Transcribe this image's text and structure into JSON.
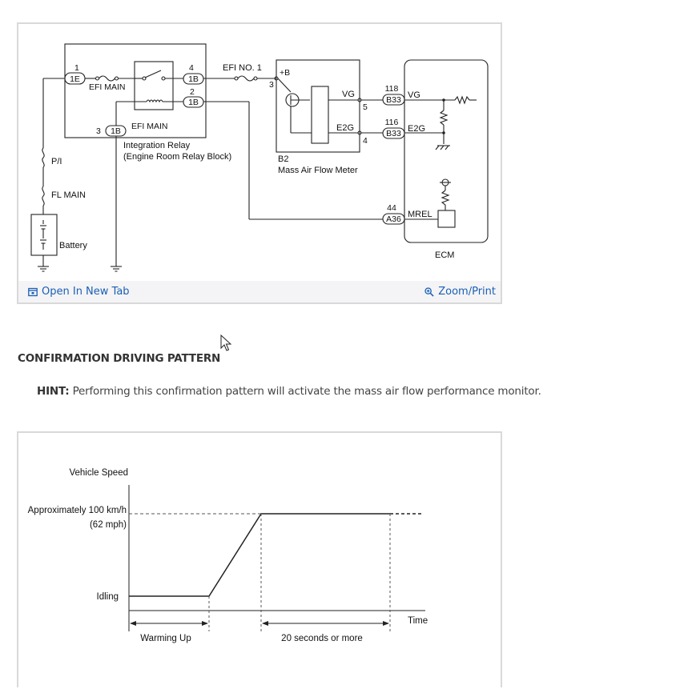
{
  "wiring_diagram": {
    "labels": {
      "pin_1": "1",
      "conn_1e": "1E",
      "efi_main_top": "EFI MAIN",
      "pin_4": "4",
      "conn_1b_4": "1B",
      "pin_2": "2",
      "conn_1b_2": "1B",
      "pin_3_relay": "3",
      "conn_1b_3": "1B",
      "efi_main_coil": "EFI MAIN",
      "relay_name_1": "Integration Relay",
      "relay_name_2": "(Engine Room Relay Block)",
      "efi_no1": "EFI NO. 1",
      "pin_3_maf": "3",
      "plus_b": "+B",
      "vg_maf": "VG",
      "pin_5": "5",
      "e2g_maf": "E2G",
      "pin_4_maf": "4",
      "b2": "B2",
      "maf_name": "Mass Air Flow Meter",
      "pin_118": "118",
      "conn_b33_vg": "B33",
      "vg_ecm": "VG",
      "pin_116": "116",
      "conn_b33_e2g": "B33",
      "e2g_ecm": "E2G",
      "pin_44": "44",
      "conn_a36": "A36",
      "mrel": "MREL",
      "ecm": "ECM",
      "pi": "P/I",
      "fl_main": "FL MAIN",
      "battery": "Battery"
    },
    "toolbar": {
      "open_label": "Open In New Tab",
      "zoom_label": "Zoom/Print"
    }
  },
  "section": {
    "heading": "CONFIRMATION DRIVING PATTERN",
    "hint_label": "HINT:",
    "hint_text": " Performing this confirmation pattern will activate the mass air flow performance monitor."
  },
  "pattern_chart": {
    "labels": {
      "vehicle_speed": "Vehicle Speed",
      "approx_speed_1": "Approximately 100 km/h",
      "approx_speed_2": "(62 mph)",
      "idling": "Idling",
      "time": "Time",
      "warming_up": "Warming Up",
      "twenty_seconds": "20 seconds or more"
    }
  },
  "icons": {
    "open": "open-in-new-tab-icon",
    "zoom": "zoom-in-icon",
    "cursor": "mouse-pointer-icon"
  },
  "colors": {
    "link": "#1a5fb4",
    "toolbar_bg": "#f4f4f6",
    "border": "#d9d9d9"
  }
}
